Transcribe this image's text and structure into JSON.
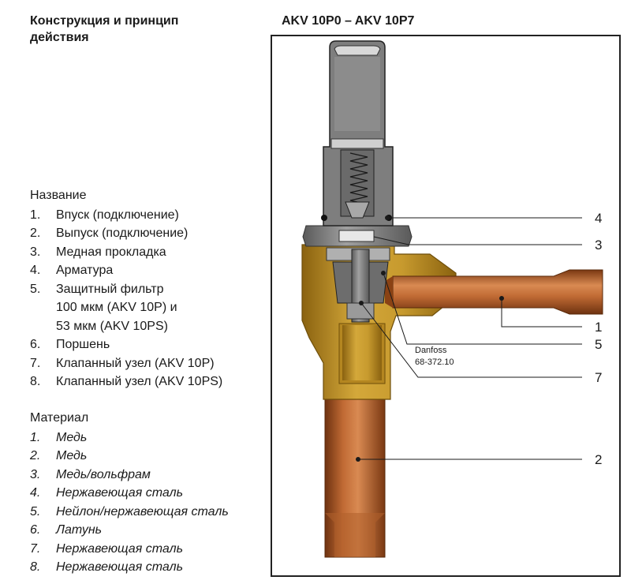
{
  "heading": "Конструкция и принцип действия",
  "model_range": "AKV 10P0 – AKV 10P7",
  "names": {
    "title": "Название",
    "items": [
      {
        "num": "1.",
        "text": "Впуск (подключение)"
      },
      {
        "num": "2.",
        "text": "Выпуск (подключение)"
      },
      {
        "num": "3.",
        "text": "Медная прокладка"
      },
      {
        "num": "4.",
        "text": "Арматура"
      },
      {
        "num": "5.",
        "text": "Защитный фильтр",
        "cont1": "100 мкм (AKV 10P) и",
        "cont2": "53 мкм (AKV 10PS)"
      },
      {
        "num": "6.",
        "text": "Поршень"
      },
      {
        "num": "7.",
        "text": "Клапанный узел (AKV 10P)"
      },
      {
        "num": "8.",
        "text": "Клапанный узел (AKV 10PS)"
      }
    ]
  },
  "materials": {
    "title": "Материал",
    "items": [
      {
        "num": "1.",
        "text": "Медь"
      },
      {
        "num": "2.",
        "text": "Медь"
      },
      {
        "num": "3.",
        "text": "Медь/вольфрам"
      },
      {
        "num": "4.",
        "text": "Нержавеющая сталь"
      },
      {
        "num": "5.",
        "text": "Нейлон/нержавеющая сталь"
      },
      {
        "num": "6.",
        "text": "Латунь"
      },
      {
        "num": "7.",
        "text": "Нержавеющая сталь"
      },
      {
        "num": "8.",
        "text": "Нержавеющая сталь"
      }
    ]
  },
  "diagram": {
    "callouts": [
      "4",
      "3",
      "1",
      "5",
      "7",
      "2"
    ],
    "body_marking": [
      "Danfoss",
      "68-372.10"
    ],
    "colors": {
      "brass": "#c79a2e",
      "brass_dark": "#8a6210",
      "copper": "#b8622e",
      "copper_dark": "#7a3812",
      "steel": "#8a8a8a",
      "steel_dark": "#4a4a4a",
      "frame": "#222222"
    }
  }
}
